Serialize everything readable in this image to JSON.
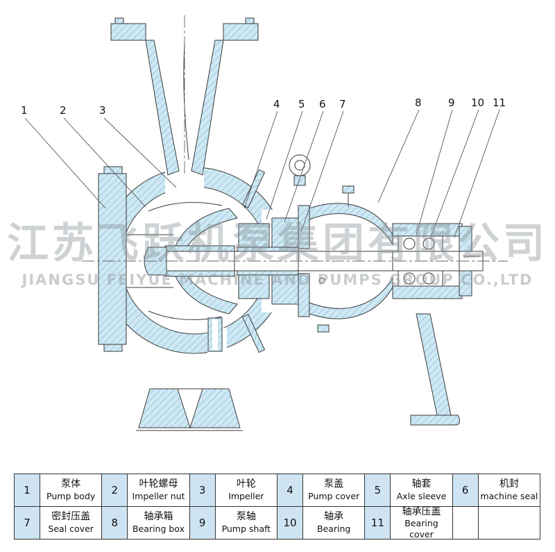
{
  "watermark": {
    "chinese": "江苏飞跃机泵集团有限公司",
    "english": "JIANGSU FEIYUE MACHINE AND PUMPS GROUP CO.,LTD"
  },
  "callouts": [
    "1",
    "2",
    "3",
    "4",
    "5",
    "6",
    "7",
    "8",
    "9",
    "10",
    "11"
  ],
  "colors": {
    "section_fill": "#cfe8f3",
    "hatch_line": "#85bfd8",
    "outline": "#3a3a3a",
    "table_number_bg": "#cfe4f3"
  },
  "parts_table": {
    "rows": [
      [
        {
          "num": "1",
          "cn": "泵体",
          "en": "Pump body"
        },
        {
          "num": "2",
          "cn": "叶轮螺母",
          "en": "Impeller nut"
        },
        {
          "num": "3",
          "cn": "叶轮",
          "en": "Impeller"
        },
        {
          "num": "4",
          "cn": "泵盖",
          "en": "Pump cover"
        },
        {
          "num": "5",
          "cn": "轴套",
          "en": "Axle sleeve"
        },
        {
          "num": "6",
          "cn": "机封",
          "en": "machine seal"
        }
      ],
      [
        {
          "num": "7",
          "cn": "密封压盖",
          "en": "Seal cover"
        },
        {
          "num": "8",
          "cn": "轴承箱",
          "en": "Bearing box"
        },
        {
          "num": "9",
          "cn": "泵轴",
          "en": "Pump shaft"
        },
        {
          "num": "10",
          "cn": "轴承",
          "en": "Bearing"
        },
        {
          "num": "11",
          "cn": "轴承压盖",
          "en": "Bearing cover"
        },
        {
          "num": "",
          "cn": "",
          "en": ""
        }
      ]
    ]
  }
}
